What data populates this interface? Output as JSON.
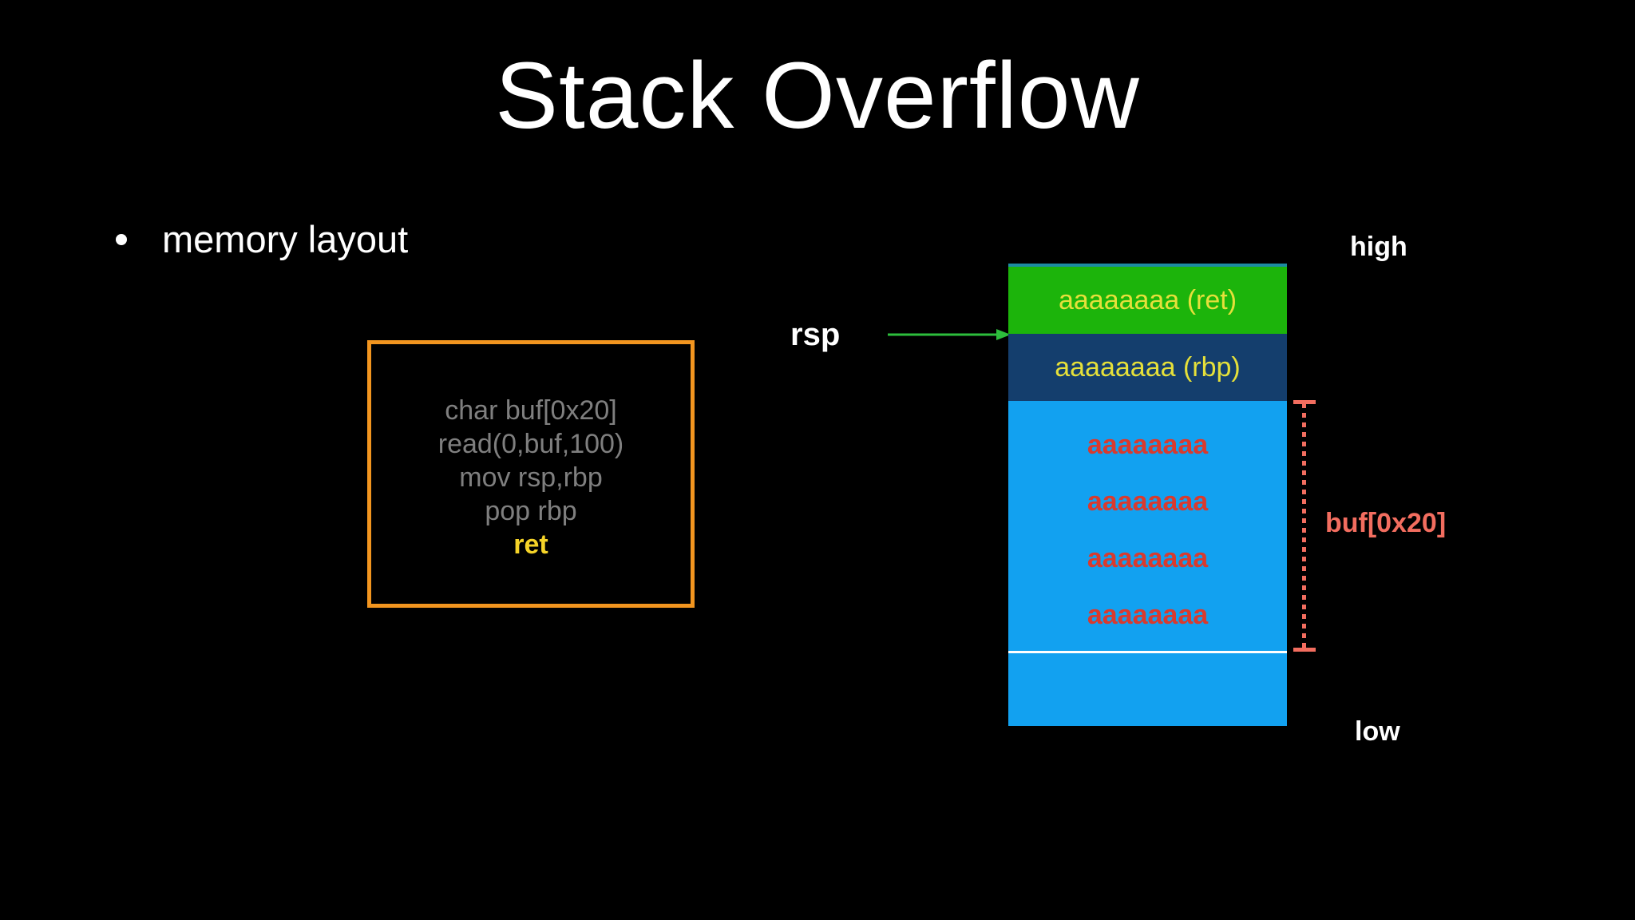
{
  "slide": {
    "title": "Stack Overflow",
    "bullet": "memory layout"
  },
  "code_box": {
    "lines": [
      "char buf[0x20]",
      "read(0,buf,100)",
      "mov rsp,rbp",
      "pop rbp"
    ],
    "highlight_line": "ret"
  },
  "stack": {
    "pointer_label": "rsp",
    "rows": [
      {
        "label": "aaaaaaaa (ret)"
      },
      {
        "label": "aaaaaaaa (rbp)"
      }
    ],
    "buffer": {
      "lines": [
        "aaaaaaaa",
        "aaaaaaaa",
        "aaaaaaaa",
        "aaaaaaaa"
      ]
    },
    "bracket_label": "buf[0x20]",
    "high_label": "high",
    "low_label": "low"
  },
  "colors": {
    "background": "#000000",
    "title_text": "#FFFFFF",
    "code_border_orange": "#F2951F",
    "code_text_gray": "#7F7F7F",
    "code_ret_yellow": "#F5D328",
    "ret_row_green": "#1CB40B",
    "ret_row_top_teal": "#1C8CA2",
    "rbp_row_navy": "#143E6D",
    "row_label_yellow": "#E5E03A",
    "buffer_blue": "#12A1F0",
    "buffer_text_red": "#D93A2E",
    "bracket_salmon": "#F26D5F",
    "arrow_green": "#2DBE3C"
  }
}
